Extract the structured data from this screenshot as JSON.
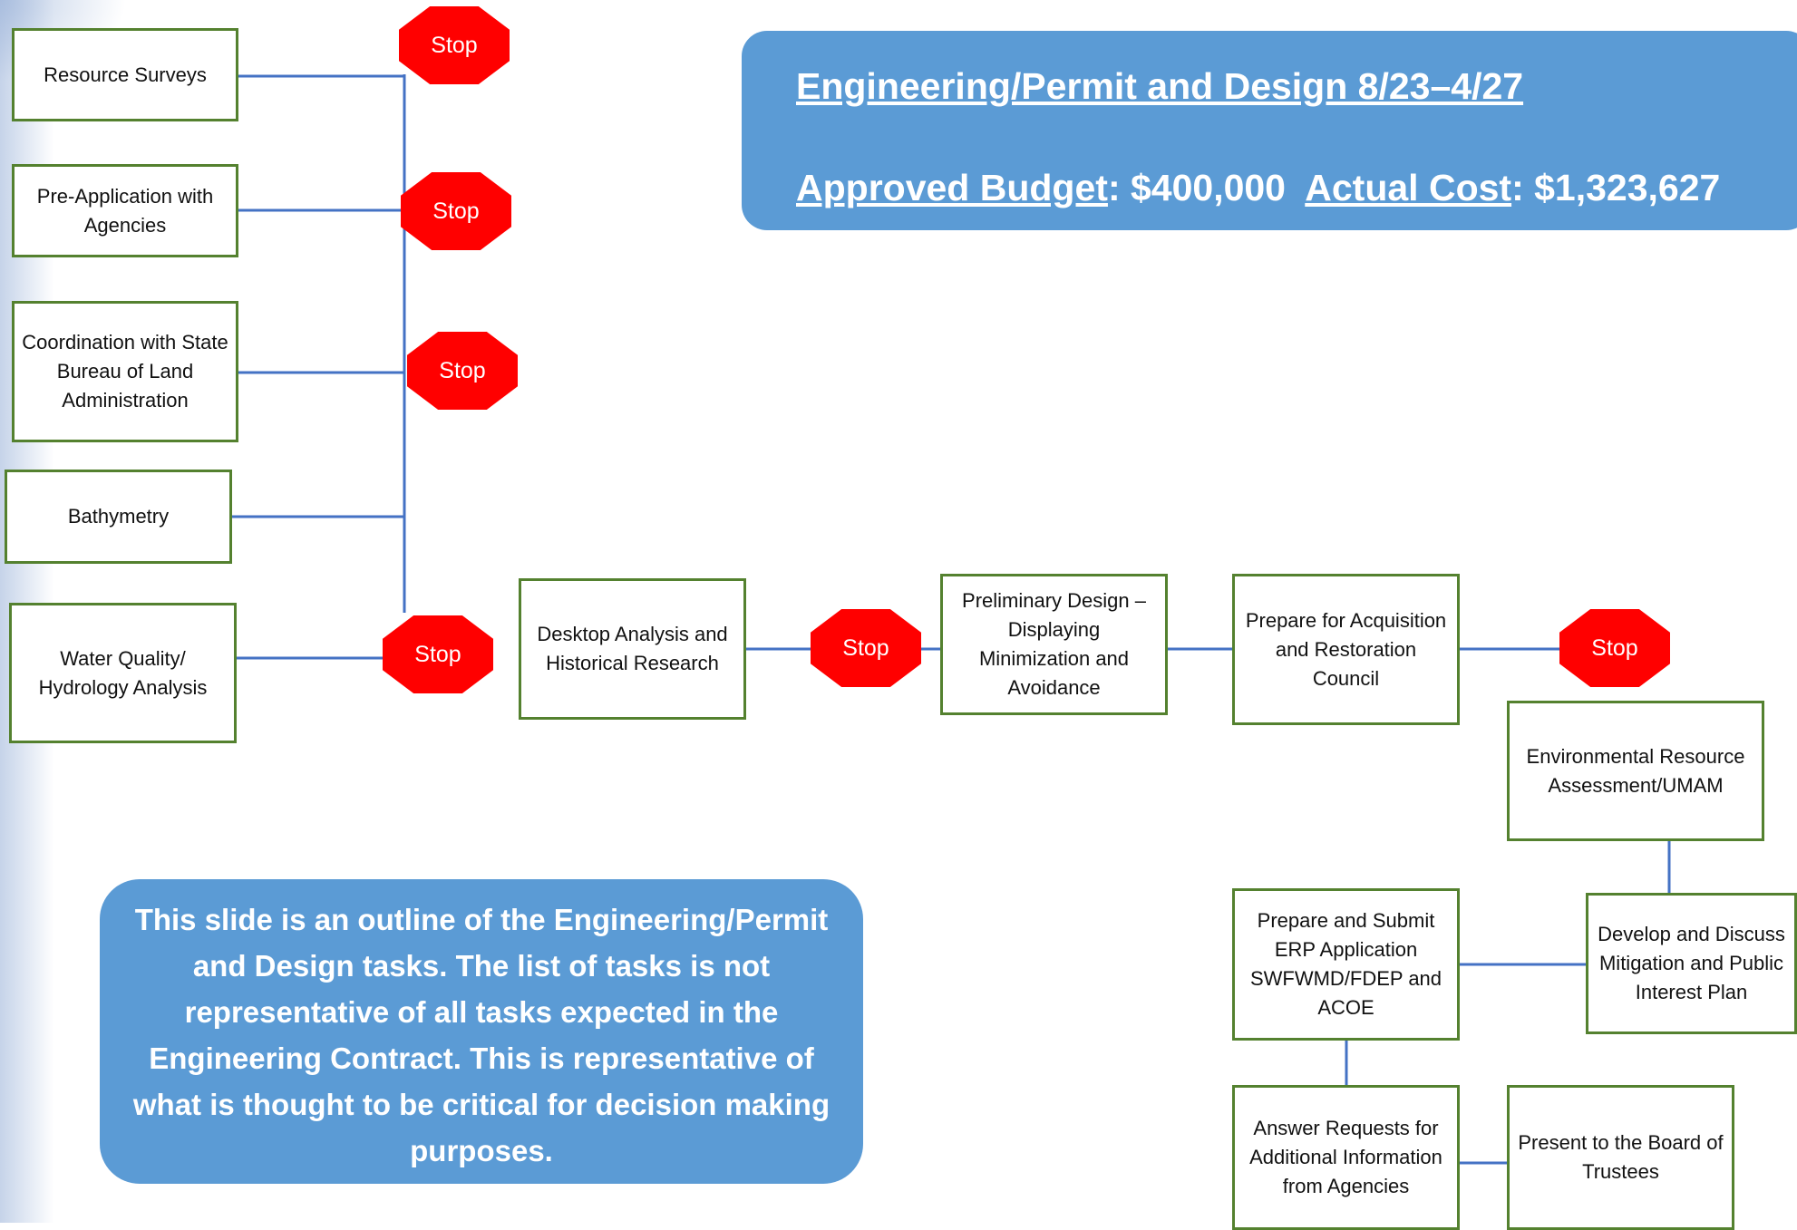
{
  "banner": {
    "title": "Engineering/Permit and Design 8/23–4/27",
    "budget_label": "Approved Budget",
    "budget_value": ": $400,000",
    "cost_label": "Actual Cost",
    "cost_value": ": $1,323,627"
  },
  "note": {
    "text": "This slide is an outline of the Engineering/Permit and Design tasks. The list of tasks is not representative of all tasks expected in the Engineering Contract. This is representative of what is thought to be critical for decision making purposes."
  },
  "stop_label": "Stop",
  "tasks": {
    "resource_surveys": "Resource Surveys",
    "pre_application": "Pre-Application with Agencies",
    "coordination": "Coordination with State Bureau of Land Administration",
    "bathymetry": "Bathymetry",
    "water_quality": "Water Quality/ Hydrology Analysis",
    "desktop_analysis": "Desktop Analysis and Historical Research",
    "preliminary_design": "Preliminary Design –Displaying Minimization and Avoidance",
    "prepare_acquisition": "Prepare for Acquisition and Restoration Council",
    "environmental_assessment": "Environmental Resource Assessment/UMAM",
    "develop_mitigation": "Develop and Discuss Mitigation and Public Interest Plan",
    "prepare_erp": "Prepare and Submit ERP Application SWFWMD/FDEP and ACOE",
    "answer_requests": "Answer Requests for Additional Information from Agencies",
    "present_board": "Present to the Board of Trustees"
  },
  "colors": {
    "connector": "#4472c4",
    "task_border": "#54812f",
    "stop_fill": "#ff0000",
    "callout_fill": "#5b9bd5"
  }
}
